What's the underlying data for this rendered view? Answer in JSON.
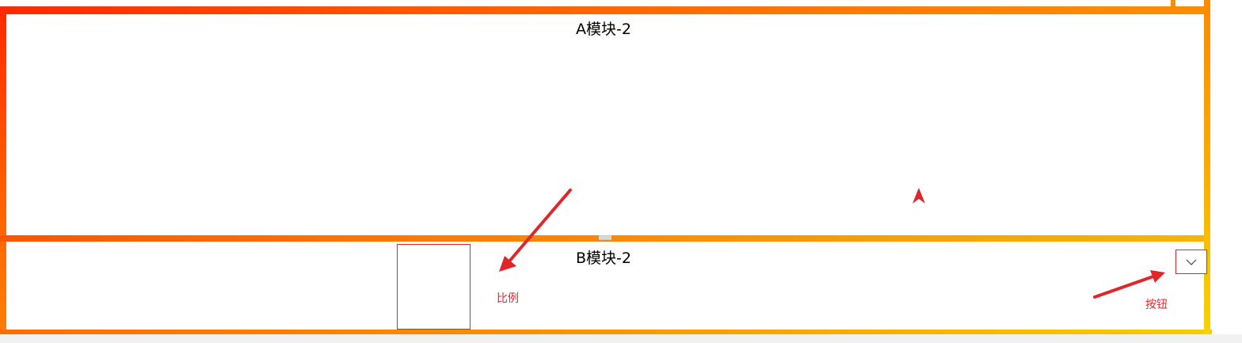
{
  "modules": {
    "a_title": "A模块-2",
    "b_title": "B模块-2"
  },
  "annotations": {
    "ratio_label": "比例",
    "button_label": "按钮"
  },
  "icons": {
    "dropdown": "chevron-down-icon",
    "cursor": "arrow-cursor-icon",
    "ratio_pointer": "red-arrow-icon",
    "button_pointer": "red-arrow-icon"
  },
  "colors": {
    "annotation_red": "#e0262b",
    "frame_start": "#fb2a00",
    "frame_end": "#f5d400"
  }
}
